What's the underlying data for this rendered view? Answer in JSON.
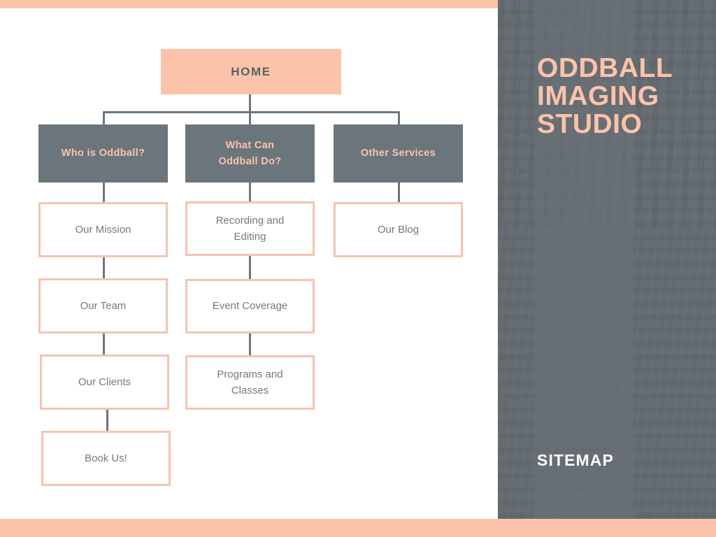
{
  "theme": {
    "peach": "#FBC3AA",
    "peach_border": "#F6C4AE",
    "slate": "#6B757C",
    "text_dark": "#5A6268",
    "text_leaf": "#73797E",
    "white": "#FFFFFF"
  },
  "hero": {
    "title_lines": [
      "ODDBALL",
      "IMAGING",
      "STUDIO"
    ],
    "subtitle": "SITEMAP",
    "background_image": "aerial-city-street-photo"
  },
  "sitemap": {
    "root": {
      "label": "HOME"
    },
    "columns": [
      {
        "section": {
          "label": "Who is Oddball?"
        },
        "pages": [
          {
            "label": "Our Mission"
          },
          {
            "label": "Our Team"
          },
          {
            "label": "Our Clients"
          },
          {
            "label": "Book Us!"
          }
        ]
      },
      {
        "section": {
          "label": "What Can\nOddball Do?",
          "line1": "What Can",
          "line2": "Oddball Do?"
        },
        "pages": [
          {
            "label": "Recording and\nEditing",
            "line1": "Recording and",
            "line2": "Editing"
          },
          {
            "label": "Event Coverage"
          },
          {
            "label": "Programs and\nClasses",
            "line1": "Programs and",
            "line2": "Classes"
          }
        ]
      },
      {
        "section": {
          "label": "Other Services"
        },
        "pages": [
          {
            "label": "Our Blog"
          }
        ]
      }
    ]
  }
}
